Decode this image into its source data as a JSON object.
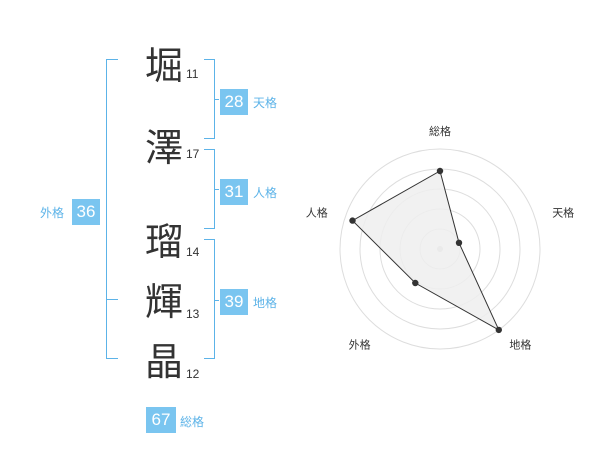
{
  "name": {
    "characters": [
      {
        "char": "堀",
        "strokes": "11"
      },
      {
        "char": "澤",
        "strokes": "17"
      },
      {
        "char": "瑠",
        "strokes": "14"
      },
      {
        "char": "輝",
        "strokes": "13"
      },
      {
        "char": "晶",
        "strokes": "12"
      }
    ]
  },
  "kaku": {
    "tenkaku": {
      "value": "28",
      "label": "天格"
    },
    "jinkaku": {
      "value": "31",
      "label": "人格"
    },
    "chikaku": {
      "value": "39",
      "label": "地格"
    },
    "gaikaku": {
      "value": "36",
      "label": "外格"
    },
    "soukaku": {
      "value": "67",
      "label": "総格"
    }
  },
  "colors": {
    "accent": "#7ac5f0",
    "bracket": "#5cb3e8",
    "radar_fill": "#eeeeee",
    "radar_line": "#333333",
    "grid": "#dddddd"
  },
  "chart_data": {
    "type": "radar",
    "axes": [
      "総格",
      "天格",
      "地格",
      "外格",
      "人格"
    ],
    "max": 5,
    "rings": 5,
    "values": [
      3.9,
      1.0,
      5.0,
      2.1,
      4.6
    ]
  }
}
